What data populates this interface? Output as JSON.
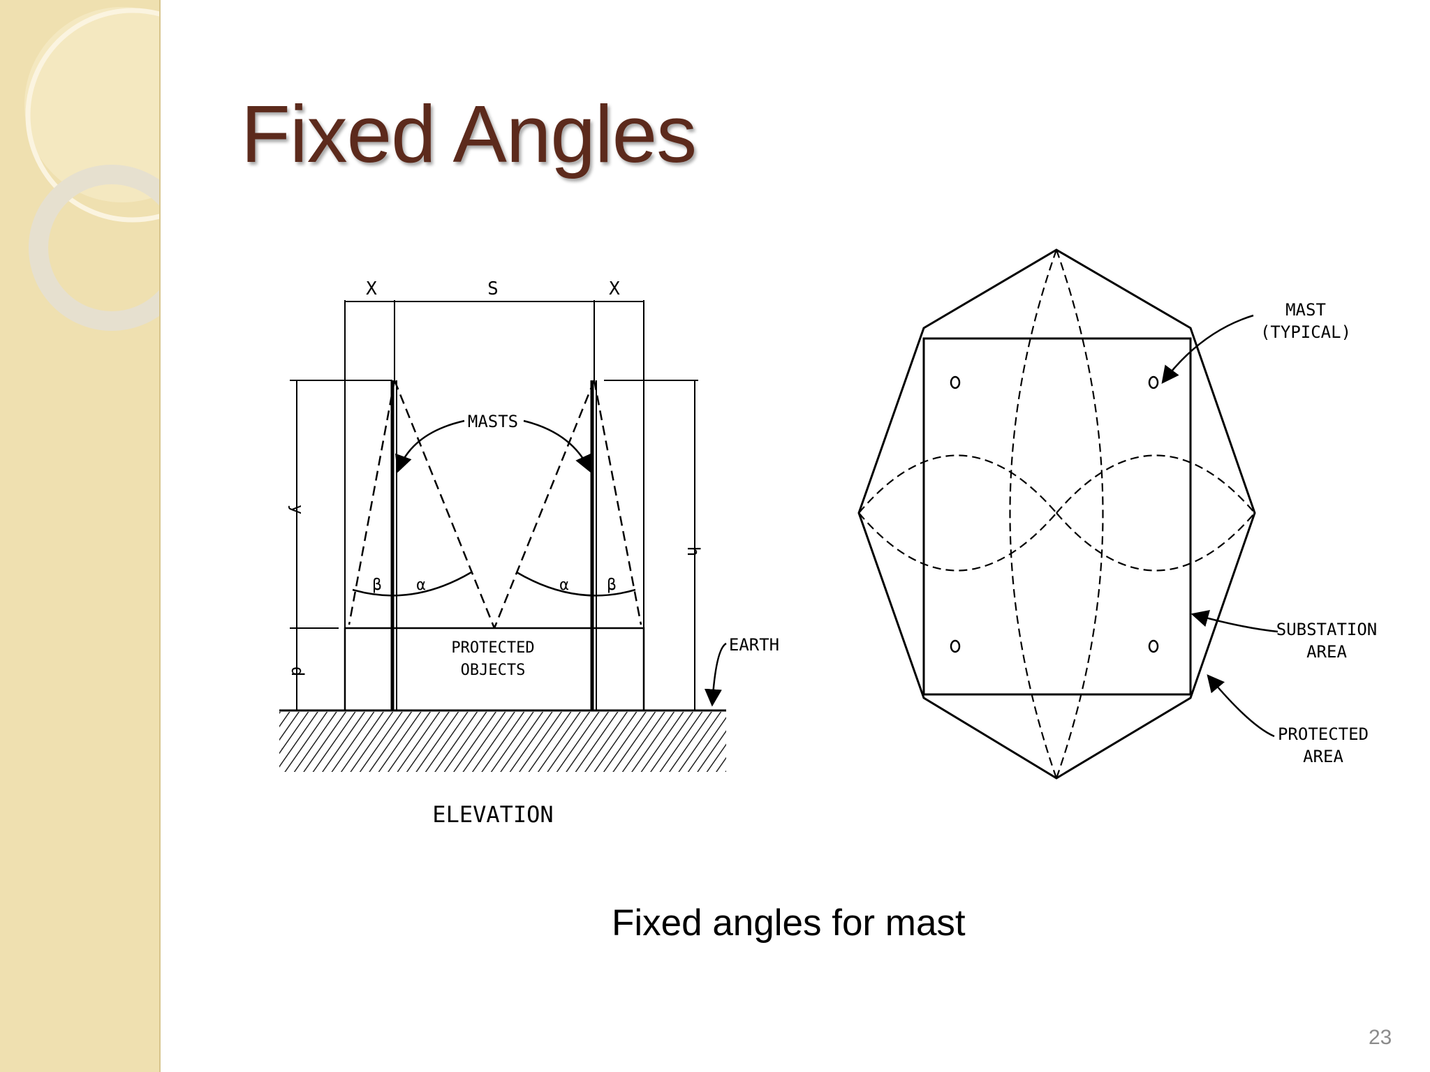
{
  "slide": {
    "title": "Fixed Angles",
    "caption": "Fixed angles for mast",
    "page_number": "23"
  },
  "elevation": {
    "dim_x_left": "X",
    "dim_s": "S",
    "dim_x_right": "X",
    "masts_label": "MASTS",
    "dim_y": "y",
    "dim_h": "h",
    "dim_d": "d",
    "angle_beta_left": "β",
    "angle_alpha_left": "α",
    "angle_alpha_right": "α",
    "angle_beta_right": "β",
    "protected_objects_line1": "PROTECTED",
    "protected_objects_line2": "OBJECTS",
    "earth_label": "EARTH",
    "view_label": "ELEVATION"
  },
  "plan": {
    "mast_line1": "MAST",
    "mast_line2": "(TYPICAL)",
    "substation_line1": "SUBSTATION",
    "substation_line2": "AREA",
    "protected_line1": "PROTECTED",
    "protected_line2": "AREA"
  }
}
